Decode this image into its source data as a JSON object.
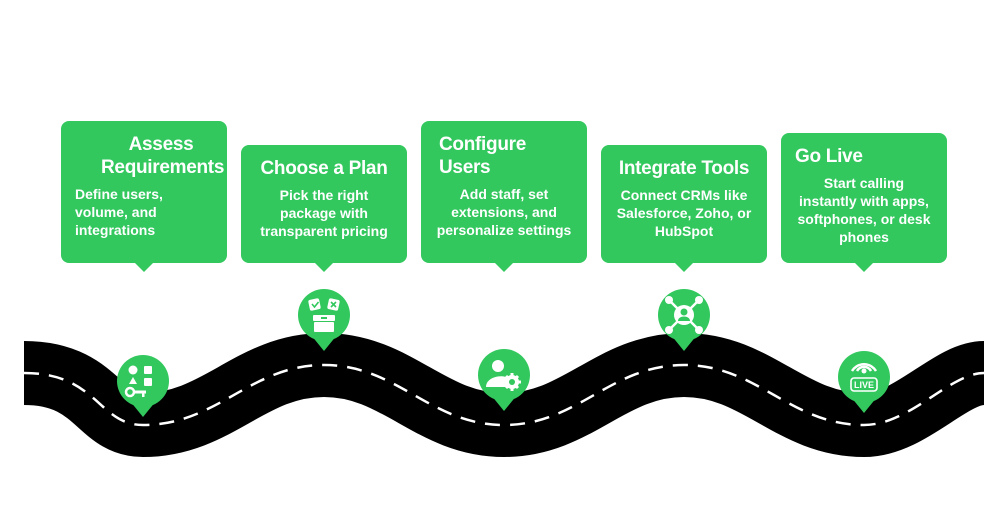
{
  "steps": [
    {
      "title": "Assess Requirements",
      "desc": "Define users, volume, and integrations",
      "icon": "shapes-key-icon"
    },
    {
      "title": "Choose a Plan",
      "desc": "Pick the right package with transparent pricing",
      "icon": "plan-box-icon"
    },
    {
      "title": "Configure Users",
      "desc": "Add staff, set extensions, and personalize settings",
      "icon": "user-gear-icon"
    },
    {
      "title": "Integrate Tools",
      "desc": "Connect CRMs like Salesforce, Zoho, or HubSpot",
      "icon": "integration-hub-icon"
    },
    {
      "title": "Go Live",
      "desc": "Start calling instantly with apps, softphones, or desk phones",
      "icon": "live-broadcast-icon"
    }
  ],
  "live_badge": "LIVE",
  "colors": {
    "accent": "#32c85e",
    "road": "#000000",
    "lane": "#ffffff"
  }
}
